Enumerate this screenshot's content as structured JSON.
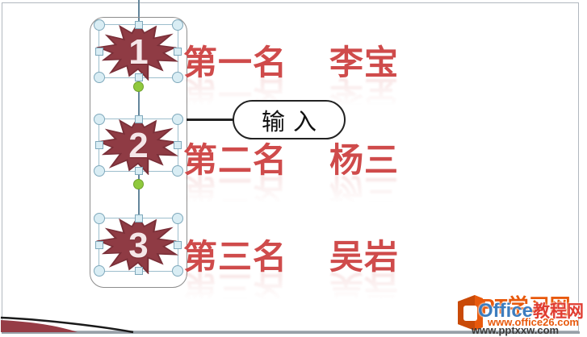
{
  "slide": {
    "ranks": [
      {
        "number": "1",
        "place": "第一名",
        "name": "李宝"
      },
      {
        "number": "2",
        "place": "第二名",
        "name": "杨三"
      },
      {
        "number": "3",
        "place": "第三名",
        "name": "吴岩"
      }
    ],
    "callout": {
      "label": "输入"
    }
  },
  "colors": {
    "star_fill": "#8f3b44",
    "star_stroke": "#7a2f38",
    "star_number": "#f5e6e8",
    "red_text": "#cf4b4b",
    "handle_fill": "#d9edf4",
    "handle_stroke": "#7fa9bc",
    "selection_line": "#9dbecd",
    "rotation_handle": "#8fc93d",
    "callout_border": "#222222",
    "group_outline": "#8d8d8d",
    "connector_line": "#64869c",
    "decor_red": "#963c45",
    "orange": "#e8590c",
    "blue": "#3c7dbf",
    "url_dark": "#3a3a3a"
  },
  "watermark": {
    "back_site": "PPT学习网",
    "back_url": "www.pptxxw.com",
    "front_site_en": "Office",
    "front_site_cn": "教程网",
    "front_url": "www.office26.com"
  }
}
